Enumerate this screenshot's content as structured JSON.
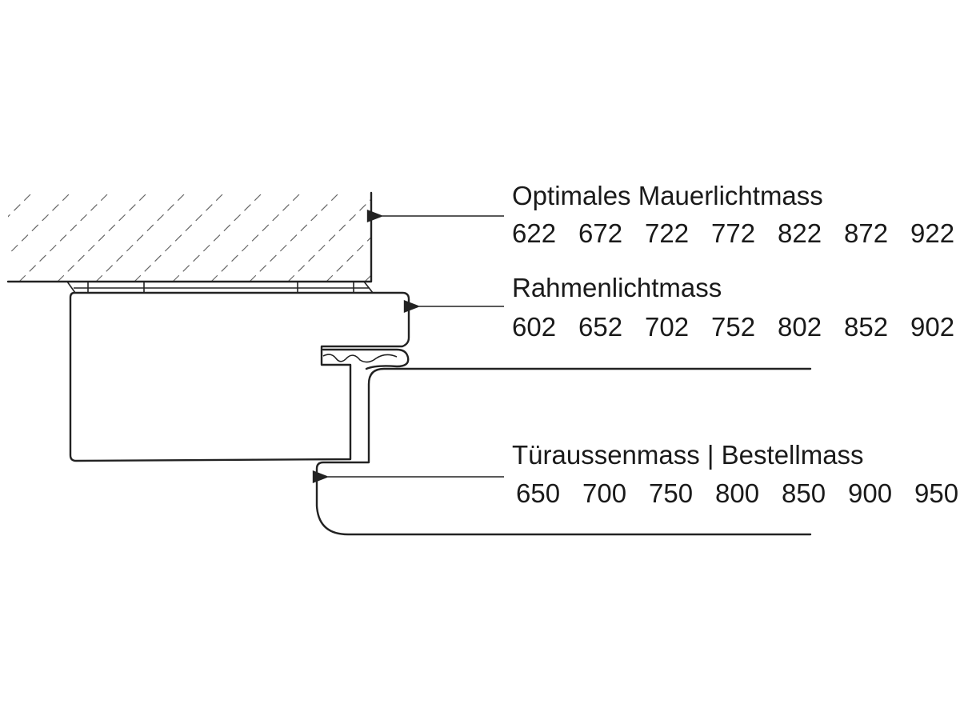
{
  "labels": [
    {
      "id": "wall",
      "title": "Optimales Mauerlichtmass",
      "values": [
        "622",
        "672",
        "722",
        "772",
        "822",
        "872",
        "922"
      ]
    },
    {
      "id": "frame",
      "title": "Rahmenlichtmass",
      "values": [
        "602",
        "652",
        "702",
        "752",
        "802",
        "852",
        "902"
      ]
    },
    {
      "id": "door",
      "title": "Türaussenmass | Bestellmass",
      "values": [
        "650",
        "700",
        "750",
        "800",
        "850",
        "900",
        "950"
      ]
    }
  ],
  "colors": {
    "line": "#222222",
    "hatch": "#666666",
    "text": "#1a1a1a",
    "background": "#ffffff"
  }
}
